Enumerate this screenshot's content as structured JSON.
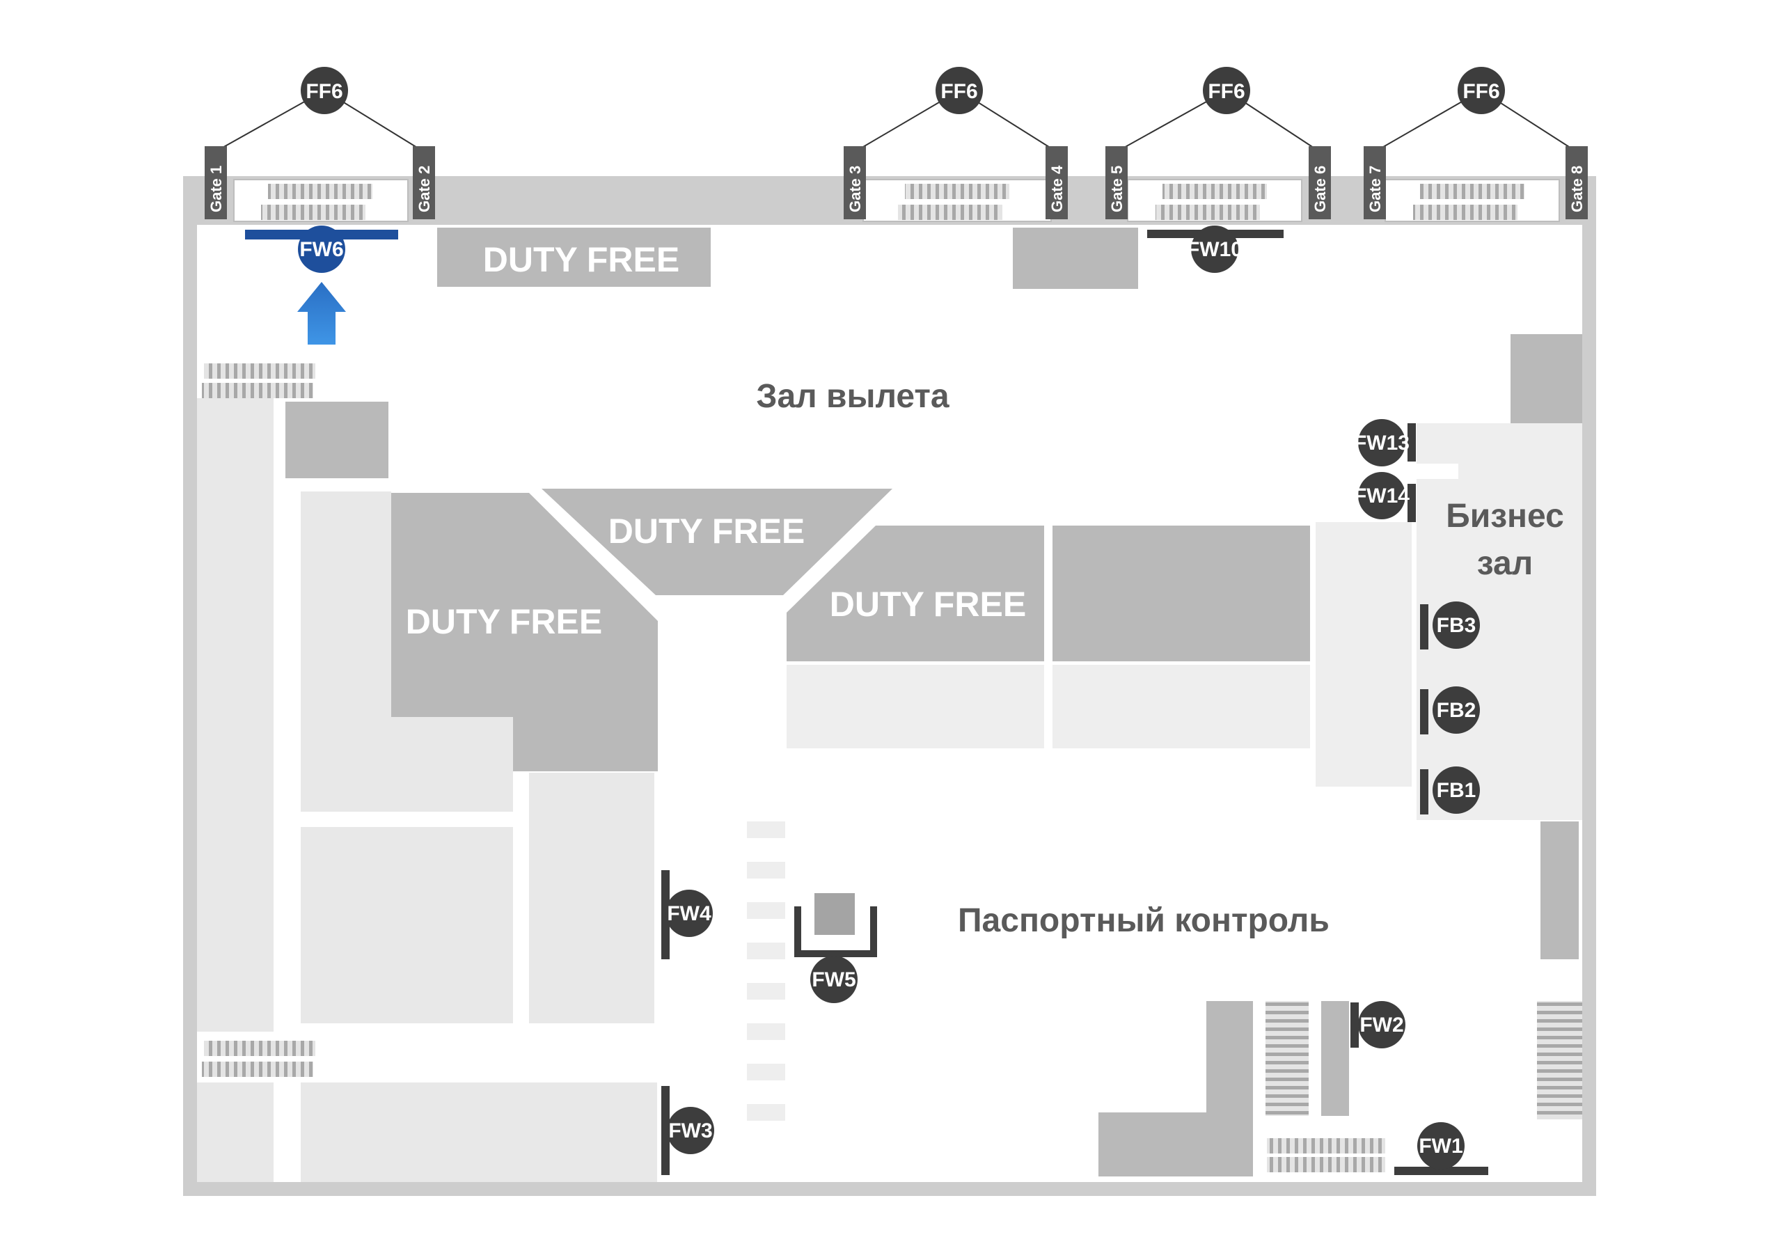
{
  "map": {
    "zones": {
      "departure_hall": "Зал вылета",
      "passport_control": "Паспортный контроль",
      "business_lounge_line1": "Бизнес",
      "business_lounge_line2": "зал"
    },
    "duty_free": [
      "DUTY FREE",
      "DUTY FREE",
      "DUTY FREE",
      "DUTY FREE"
    ],
    "gates": [
      "Gate 1",
      "Gate 2",
      "Gate 3",
      "Gate 4",
      "Gate 5",
      "Gate 6",
      "Gate 7",
      "Gate 8"
    ],
    "gate_groups": [
      "FF6",
      "FF6",
      "FF6",
      "FF6"
    ],
    "markers": {
      "fw6": "FW6",
      "fw10": "FW10",
      "fw13": "FW13",
      "fw14": "FW14",
      "fb3": "FB3",
      "fb2": "FB2",
      "fb1": "FB1",
      "fw4": "FW4",
      "fw5": "FW5",
      "fw3": "FW3",
      "fw2": "FW2",
      "fw1": "FW1"
    },
    "highlighted_marker": "FW6",
    "colors": {
      "highlight": "#1e4f9c",
      "arrow": "#2f7fd0",
      "marker": "#3d3d3d",
      "duty_free_fill": "#b9b9b9"
    }
  }
}
